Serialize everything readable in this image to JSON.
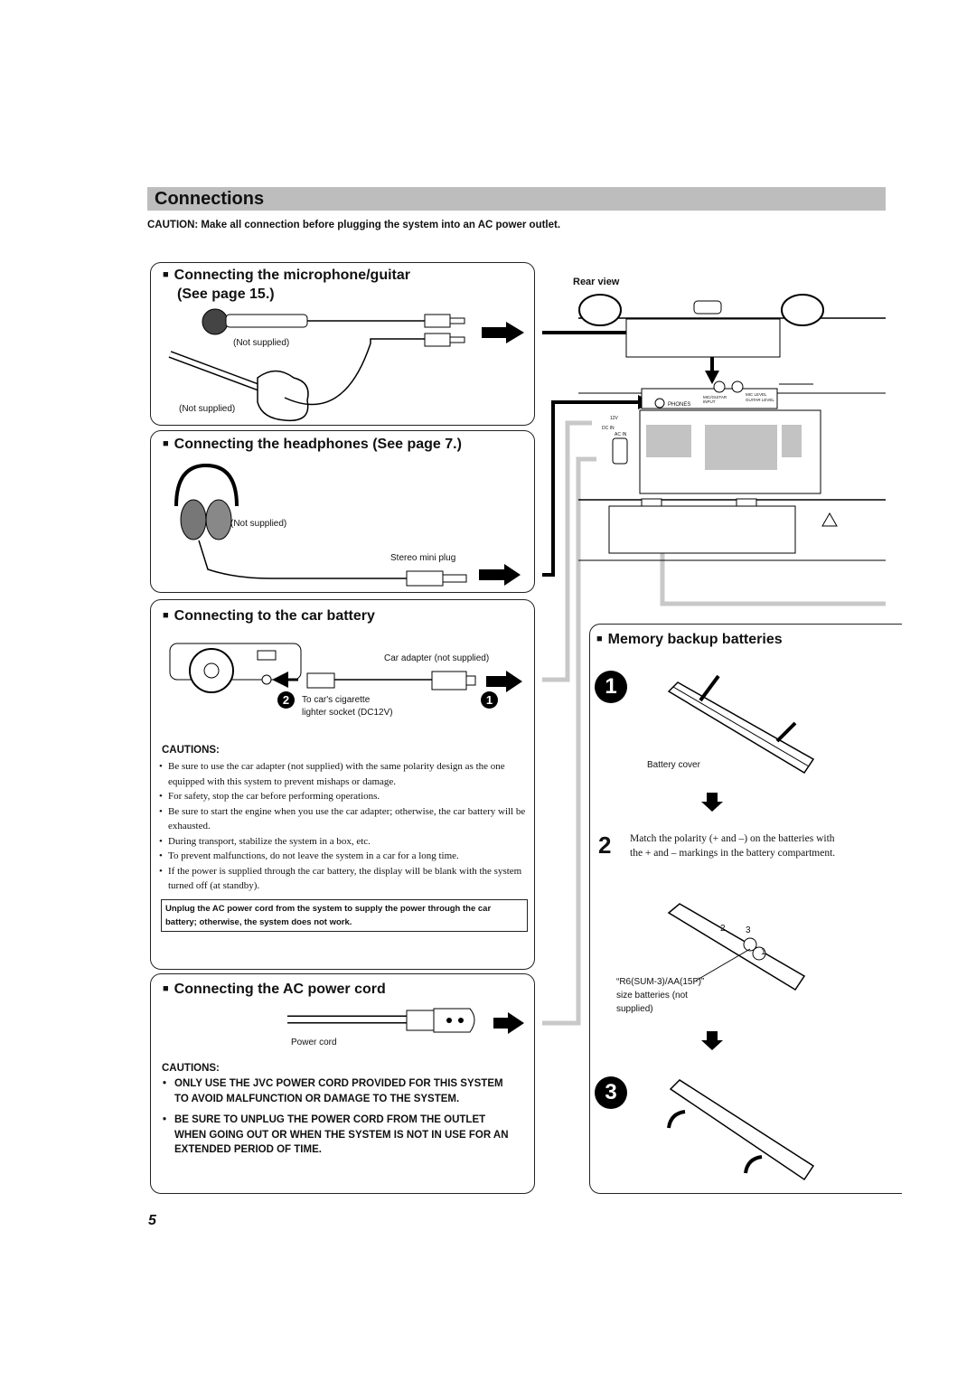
{
  "title": "Connections",
  "caution_top": "CAUTION: Make all connection before plugging the system into an AC power outlet.",
  "mic": {
    "heading": "Connecting the microphone/guitar (See page 15.)",
    "heading_line1": "Connecting the microphone/guitar",
    "heading_line2": "(See page 15.)",
    "not_supplied_1": "(Not supplied)",
    "not_supplied_2": "(Not supplied)"
  },
  "headphones": {
    "heading": "Connecting the headphones (See page 7.)",
    "not_supplied": "(Not supplied)",
    "plug_label": "Stereo mini plug"
  },
  "rear": {
    "label": "Rear view",
    "phones": "PHONES",
    "mic_input": "MIC/GUITAR INPUT",
    "mic_level": "MIC LEVEL",
    "guitar_level": "GUITAR LEVEL",
    "dc_in": "DC IN",
    "ac_in": "AC IN",
    "dc_voltage": "12V"
  },
  "car": {
    "heading": "Connecting to the car battery",
    "adapter_label": "Car adapter (not supplied)",
    "step2": "2",
    "step1": "1",
    "socket_label_1": "To car's cigarette",
    "socket_label_2": "lighter socket (DC12V)",
    "cautions_heading": "CAUTIONS:",
    "cautions": [
      "Be sure to use the car adapter (not supplied) with the same polarity design as the one equipped with this system to prevent mishaps or damage.",
      "For safety, stop the car before performing operations.",
      "Be sure to start the engine when you use the car adapter; otherwise, the car battery will be exhausted.",
      "During transport, stabilize the system in a box, etc.",
      "To prevent malfunctions, do not leave the system in a car for a long time.",
      "If the power is supplied through the car battery, the display will be blank with the system turned off (at standby)."
    ],
    "note": "Unplug the AC power cord from the system to supply the power through the car battery; otherwise, the system does not work."
  },
  "ac": {
    "heading": "Connecting the AC power cord",
    "cord_label": "Power cord",
    "cautions_heading": "CAUTIONS:",
    "cautions": [
      "ONLY USE THE JVC POWER CORD PROVIDED FOR THIS SYSTEM TO AVOID MALFUNCTION OR DAMAGE TO THE SYSTEM.",
      "BE SURE TO UNPLUG THE POWER CORD FROM THE OUTLET WHEN GOING OUT OR WHEN THE SYSTEM IS NOT IN USE FOR AN EXTENDED PERIOD OF TIME."
    ]
  },
  "memory": {
    "heading": "Memory backup batteries",
    "step1": "1",
    "step2": "2",
    "step3": "3",
    "battery_cover": "Battery cover",
    "polarity_text": "Match the polarity (+ and –) on the batteries with the + and – markings in the battery compartment.",
    "battery_size_1": "“R6(SUM-3)/AA(15F)”",
    "battery_size_2": "size batteries (not",
    "battery_size_3": "supplied)",
    "num_1": "1",
    "num_2": "2",
    "num_3": "3"
  },
  "page_number": "5"
}
